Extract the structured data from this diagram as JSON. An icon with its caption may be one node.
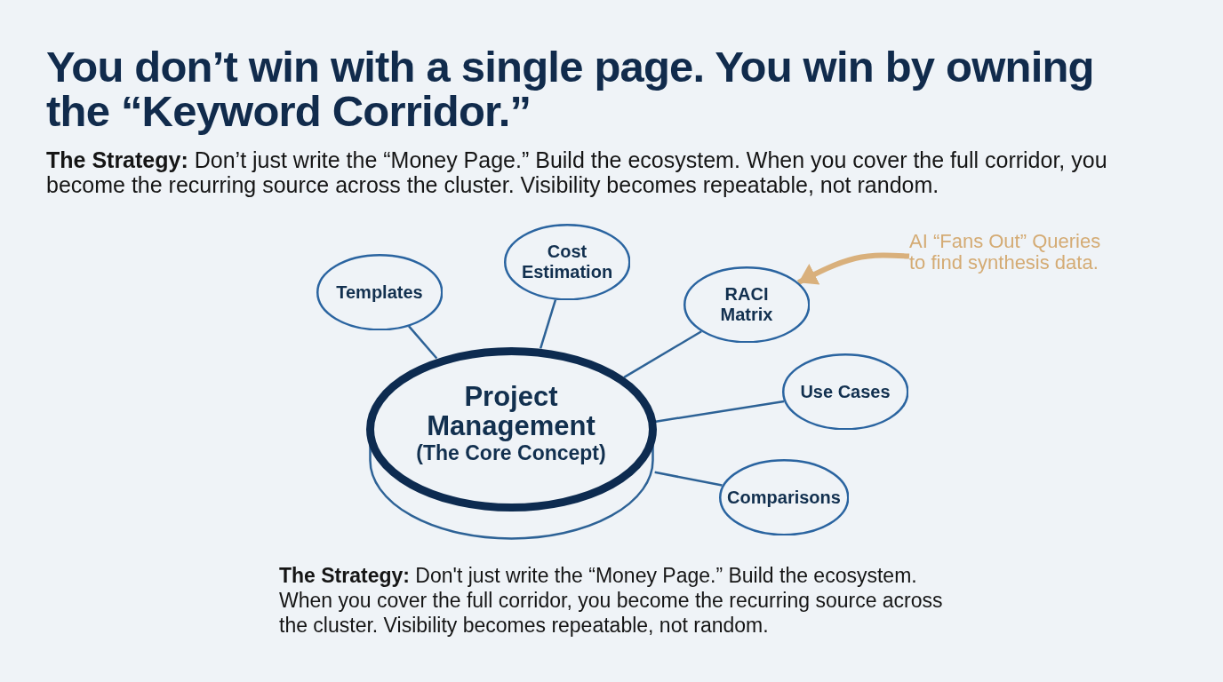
{
  "diagram": {
    "title": "You don’t win with a single page. You win by owning the “Keyword Corridor.”",
    "nodes": [
      {
        "text": [
          "Project Management",
          "(The Core Concept)"
        ]
      },
      {
        "text": [
          "Templates"
        ]
      },
      {
        "text": [
          "Cost Estimation"
        ]
      },
      {
        "text": [
          "RACI Matrix"
        ]
      },
      {
        "text": [
          "Use Cases"
        ]
      },
      {
        "text": [
          "Comparisons"
        ]
      },
      {
        "text": [
          "AI “Fans Out” Queries to find synthesis data."
        ]
      }
    ],
    "edges": [
      {
        "from": 0,
        "to": 1,
        "arrow": "none"
      },
      {
        "from": 0,
        "to": 2,
        "arrow": "none"
      },
      {
        "from": 0,
        "to": 3,
        "arrow": "none"
      },
      {
        "from": 0,
        "to": 4,
        "arrow": "none"
      },
      {
        "from": 0,
        "to": 5,
        "arrow": "none"
      },
      {
        "from": 6,
        "to": 3,
        "arrow": "to",
        "style": "thick",
        "color": "#d9b07c"
      }
    ],
    "labels": [
      "**The Strategy:** Don’t just write the “Money Page.” Build the ecosystem. When you cover the full corridor, you become the recurring source across the cluster. Visibility becomes repeatable, not random.",
      "**The Strategy:** Don't just write the “Money Page.” Build the ecosystem. When you cover the full corridor, you become the recurring source across the cluster. Visibility becomes repeatable, not random."
    ]
  }
}
